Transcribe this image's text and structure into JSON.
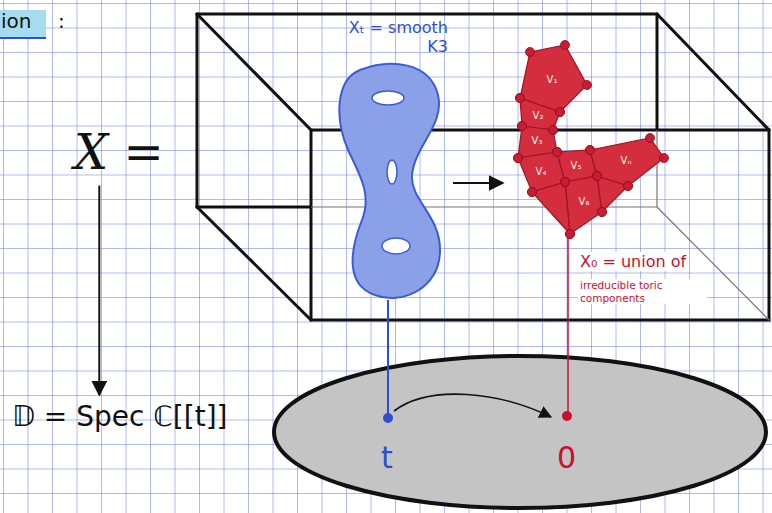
{
  "diagram": {
    "nodes": [
      {
        "text": [
          "X ="
        ]
      },
      {
        "text": [
          "𝔻 = Spec ℂ[[t]]"
        ]
      },
      {
        "text": [
          "Xₜ = smooth K3"
        ]
      },
      {
        "text": [
          "V₁",
          "V₂",
          "V₃",
          "V₄",
          "V₅",
          "V₆",
          "Vₙ"
        ]
      }
    ],
    "edges": [
      {
        "from": 0,
        "to": 1,
        "arrow": "to"
      },
      {
        "from": 2,
        "to": 3,
        "arrow": "to"
      }
    ],
    "labels": [
      "ion",
      ":",
      "X₀ = union of",
      "irreducible toric components",
      "t",
      "0"
    ]
  }
}
